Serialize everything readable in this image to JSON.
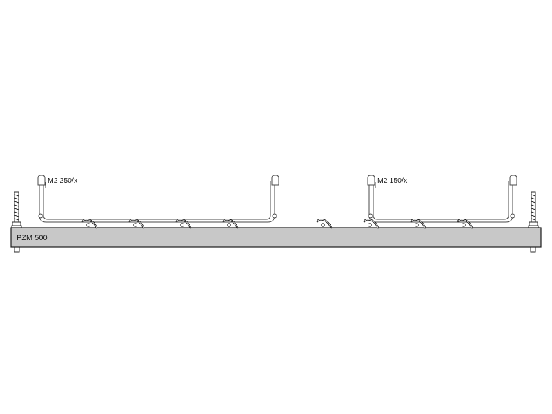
{
  "rail": {
    "label": "PZM 500",
    "fill": "#c8c8c8",
    "stroke": "#1a1a1a"
  },
  "brackets": [
    {
      "label": "M2 250/x"
    },
    {
      "label": "M2 150/x"
    }
  ],
  "line_color": "#4a4a4a",
  "clip_color": "#1a1a1a"
}
